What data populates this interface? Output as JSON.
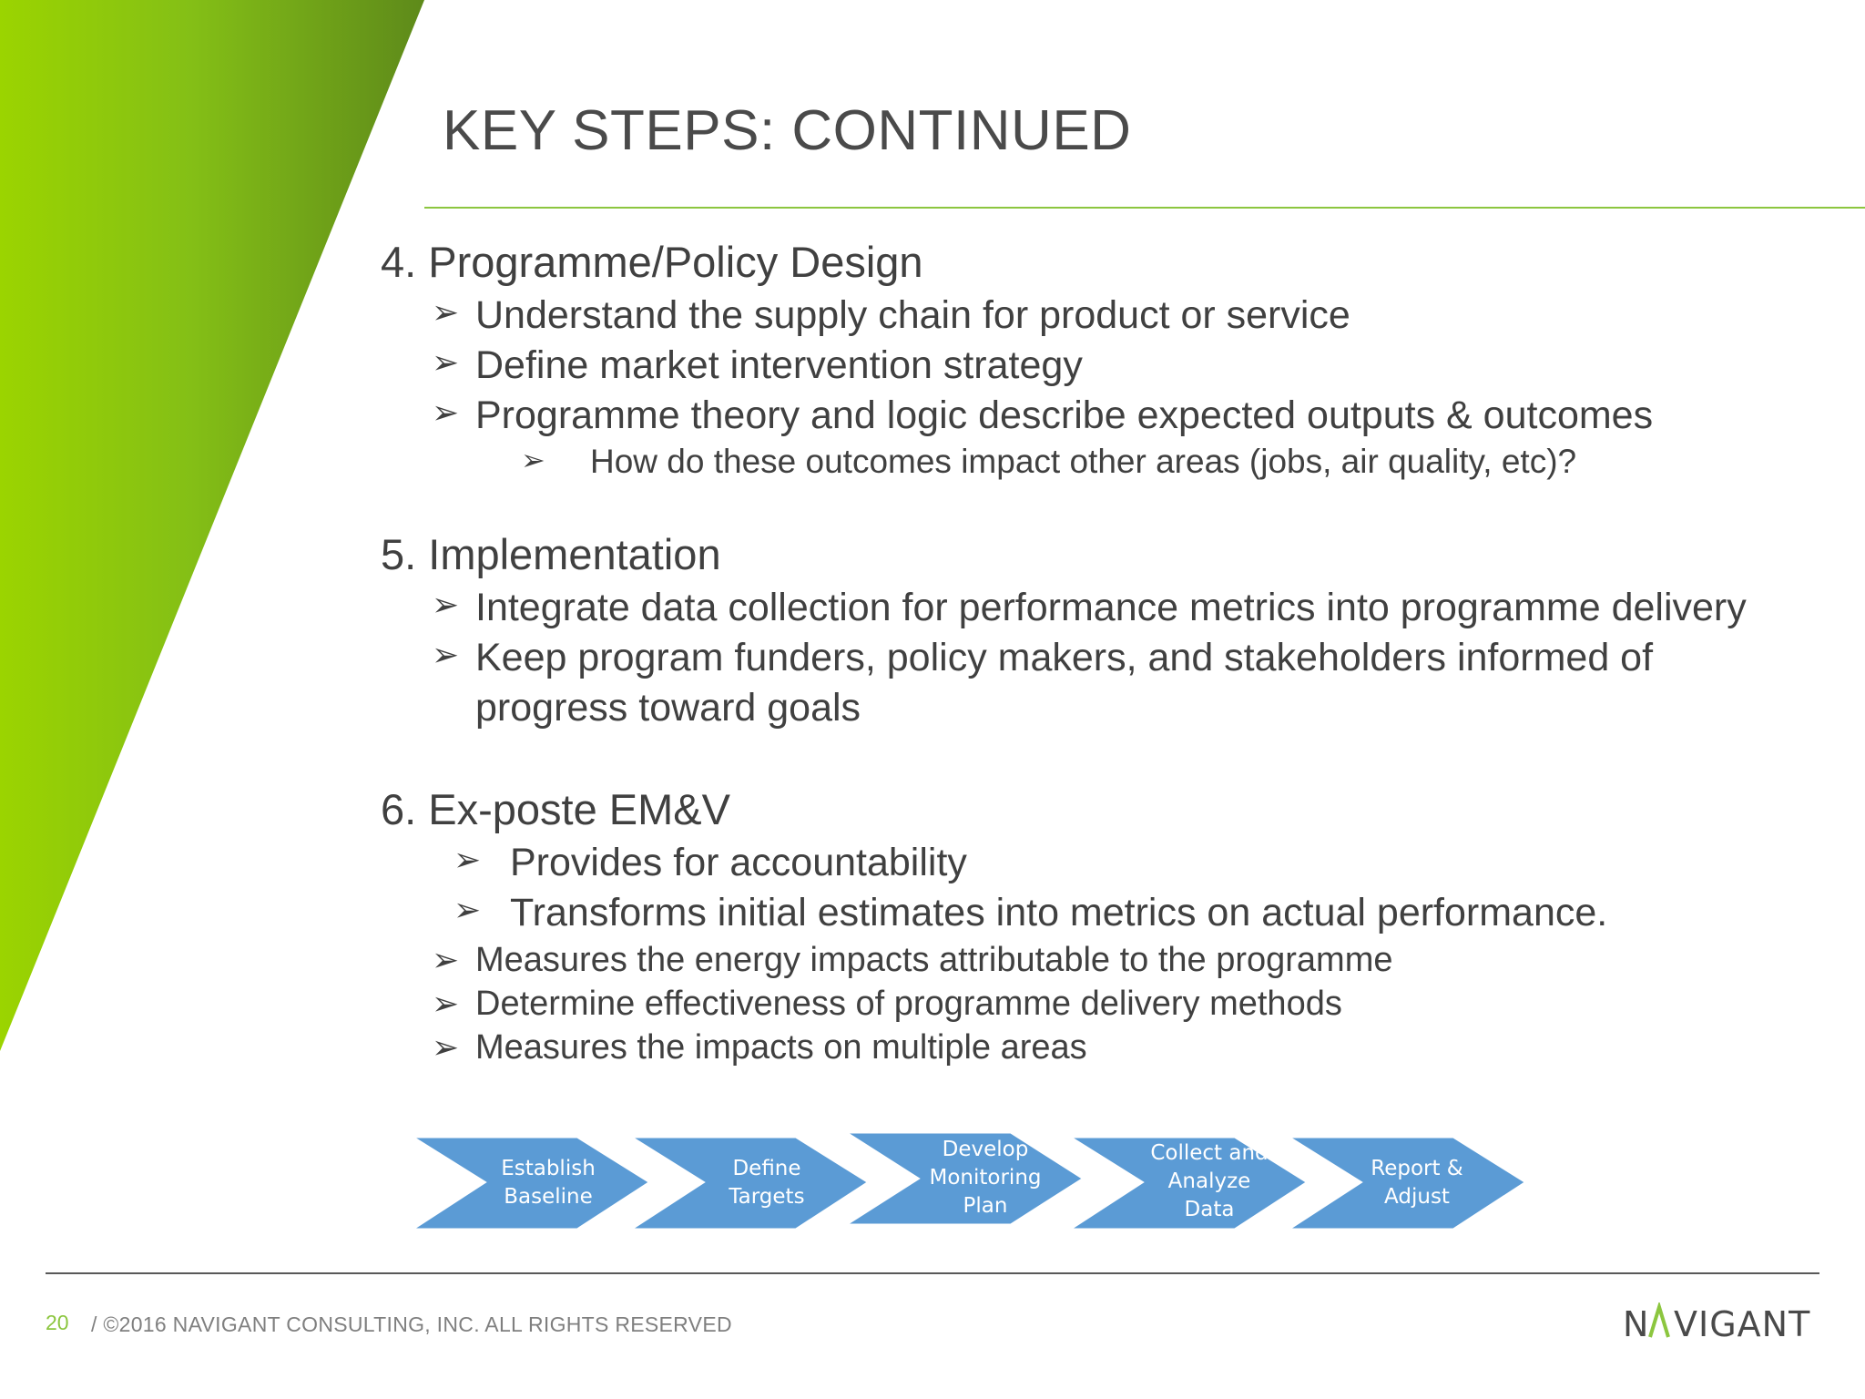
{
  "slide": {
    "title": "KEY STEPS: CONTINUED",
    "sections": [
      {
        "heading": "4. Programme/Policy Design",
        "bullets": [
          "Understand the supply chain for product or service",
          "Define market intervention strategy",
          "Programme theory and logic describe expected outputs & outcomes"
        ],
        "sub_bullets": [
          "How do these outcomes impact other areas (jobs, air quality, etc)?"
        ]
      },
      {
        "heading": "5. Implementation",
        "bullets": [
          "Integrate data collection for performance metrics into programme delivery",
          "Keep program funders, policy makers, and stakeholders informed of"
        ],
        "continuation": "progress toward goals"
      },
      {
        "heading": "6. Ex-poste EM&V",
        "indented_bullets": [
          "Provides for accountability",
          "Transforms initial estimates into metrics on actual performance."
        ],
        "bullets": [
          "Measures the energy impacts attributable to the programme",
          "Determine effectiveness of programme delivery methods",
          "Measures the impacts on multiple areas"
        ]
      }
    ],
    "bullet_glyph": "➢",
    "process_steps": [
      {
        "line1": "Establish",
        "line2": "Baseline",
        "line3": ""
      },
      {
        "line1": "Define",
        "line2": "Targets",
        "line3": ""
      },
      {
        "line1": "Develop",
        "line2": "Monitoring",
        "line3": "Plan"
      },
      {
        "line1": "Collect and",
        "line2": "Analyze",
        "line3": "Data"
      },
      {
        "line1": "Report &",
        "line2": "Adjust",
        "line3": ""
      }
    ]
  },
  "footer": {
    "page_number": "20",
    "copyright": "/ ©2016 NAVIGANT CONSULTING, INC. ALL RIGHTS RESERVED",
    "logo_text": "NAVIGANT"
  },
  "colors": {
    "accent_green": "#8cc63f",
    "dark_green": "#5e8a1a",
    "chevron_blue": "#5b9bd5",
    "text_gray": "#404040"
  }
}
